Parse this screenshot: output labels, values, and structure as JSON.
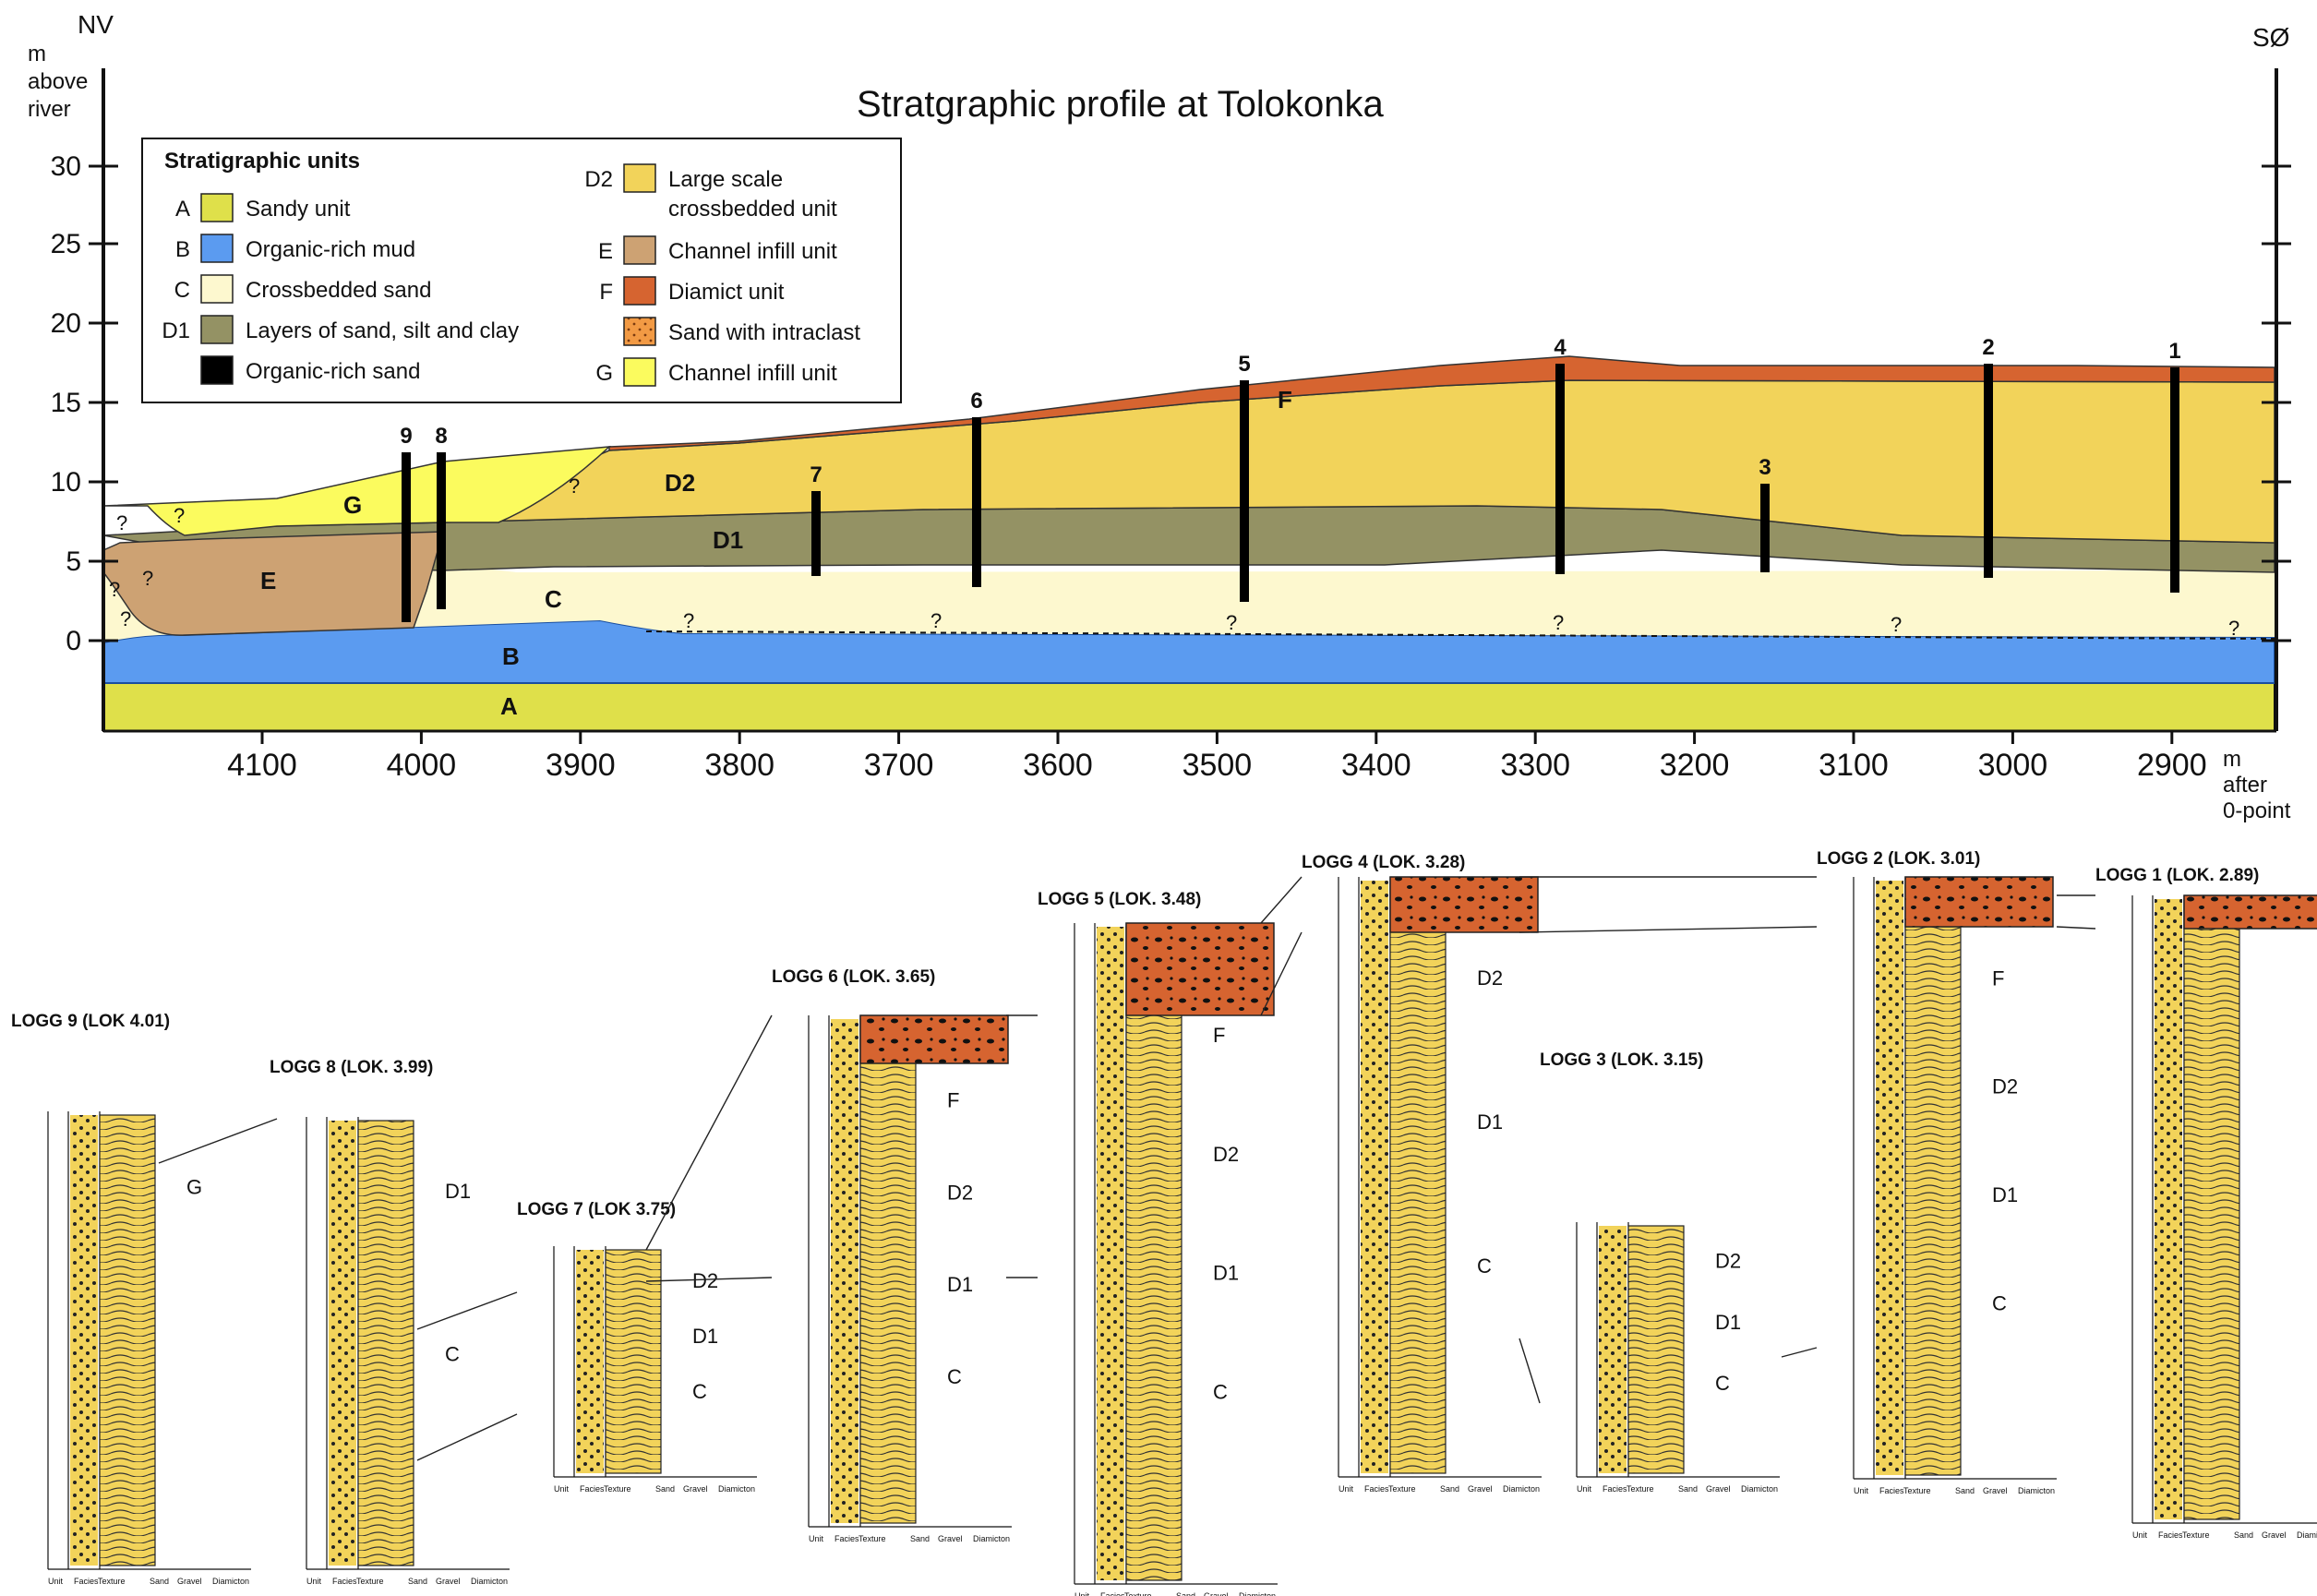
{
  "title": "Stratgraphic profile at Tolokonka",
  "orientation": {
    "left": "NV",
    "right": "SØ"
  },
  "y_axis": {
    "label_lines": [
      "m",
      "above",
      "river"
    ],
    "ticks": [
      "30",
      "25",
      "20",
      "15",
      "10",
      "5",
      "0"
    ]
  },
  "x_axis": {
    "label_lines": [
      "m",
      "after",
      "0-point"
    ],
    "ticks": [
      "4100",
      "4000",
      "3900",
      "3800",
      "3700",
      "3600",
      "3500",
      "3400",
      "3300",
      "3200",
      "3100",
      "3000",
      "2900"
    ]
  },
  "legend": {
    "title": "Stratigraphic units",
    "items": [
      {
        "code": "A",
        "label": "Sandy unit",
        "color": "#dfe04a"
      },
      {
        "code": "B",
        "label": "Organic-rich mud",
        "color": "#5b9bf0"
      },
      {
        "code": "C",
        "label": "Crossbedded sand",
        "color": "#fdf8cf"
      },
      {
        "code": "D1",
        "label": "Layers of sand, silt and clay",
        "color": "#949264"
      },
      {
        "code": "",
        "label": "Organic-rich sand",
        "color": "#000000"
      },
      {
        "code": "D2",
        "label": "Large scale",
        "label2": "crossbedded unit",
        "color": "#f2d35a"
      },
      {
        "code": "E",
        "label": "Channel infill unit",
        "color": "#cda273"
      },
      {
        "code": "F",
        "label": "Diamict unit",
        "color": "#d66430"
      },
      {
        "code": "",
        "label": "Sand with intraclast",
        "color": "#f29a44"
      },
      {
        "code": "G",
        "label": "Channel infill unit",
        "color": "#fbfb5e"
      }
    ]
  },
  "profile_unit_labels": [
    "A",
    "B",
    "C",
    "D1",
    "D2",
    "E",
    "F",
    "G"
  ],
  "profile_logs": [
    "1",
    "2",
    "3",
    "4",
    "5",
    "6",
    "7",
    "8",
    "9"
  ],
  "logs": [
    {
      "title": "LOGG 9 (LOK 4.01)",
      "units": [
        "G"
      ]
    },
    {
      "title": "LOGG 8 (LOK. 3.99)",
      "units": [
        "D1",
        "C"
      ]
    },
    {
      "title": "LOGG 7 (LOK 3.75)",
      "units": [
        "D2",
        "D1",
        "C"
      ]
    },
    {
      "title": "LOGG 6 (LOK. 3.65)",
      "units": [
        "F",
        "D2",
        "D1",
        "C"
      ]
    },
    {
      "title": "LOGG 5 (LOK. 3.48)",
      "units": [
        "F",
        "D2",
        "D1",
        "C"
      ]
    },
    {
      "title": "LOGG 4 (LOK. 3.28)",
      "units": [
        "D2",
        "D1",
        "C"
      ]
    },
    {
      "title": "LOGG 3 (LOK. 3.15)",
      "units": [
        "D2",
        "D1",
        "C"
      ]
    },
    {
      "title": "LOGG 2 (LOK. 3.01)",
      "units": [
        "F",
        "D2",
        "D1",
        "C"
      ]
    },
    {
      "title": "LOGG 1 (LOK. 2.89)",
      "units": []
    }
  ],
  "log_axis_footer": [
    "Unit",
    "Facies",
    "Texture",
    "Sand",
    "Gravel",
    "Diamicton"
  ]
}
